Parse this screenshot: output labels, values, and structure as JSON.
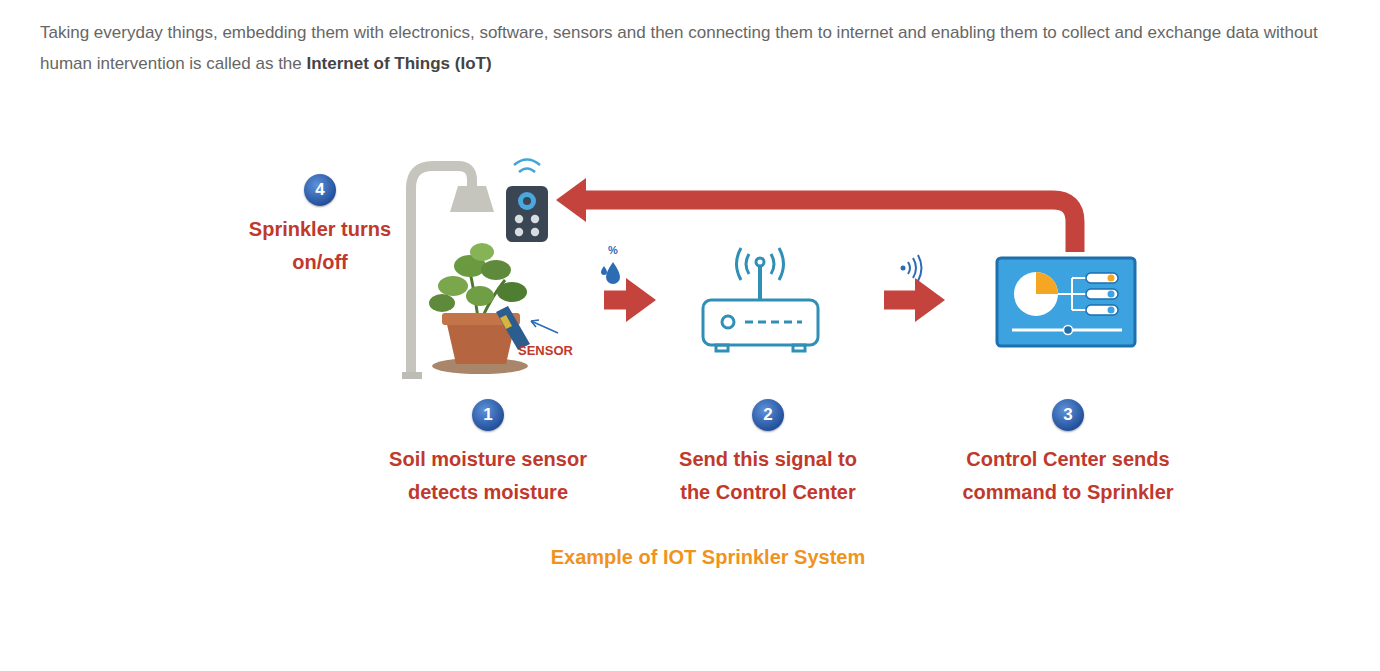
{
  "diagram": {
    "title": "Taking everyday things, embedding them with electronics, software, sensors and then connecting them to internet and enabling them to collect and exchange data without human intervention is called as the Internet of Things (IoT)",
    "caption": "Example of IOT Sprinkler System",
    "nodes": [
      {
        "text": [
          "1",
          "Soil moisture sensor detects moisture"
        ]
      },
      {
        "text": [
          "2",
          "Send this signal to the Control Center"
        ]
      },
      {
        "text": [
          "3",
          "Control Center sends command to Sprinkler"
        ]
      },
      {
        "text": [
          "4",
          "Sprinkler turns on/off"
        ]
      }
    ],
    "edges": [
      {
        "from": 0,
        "to": 1,
        "arrow": "to"
      },
      {
        "from": 1,
        "to": 2,
        "arrow": "to"
      },
      {
        "from": 2,
        "to": 3,
        "arrow": "to"
      }
    ],
    "labels": [
      "SENSOR",
      "%"
    ]
  }
}
